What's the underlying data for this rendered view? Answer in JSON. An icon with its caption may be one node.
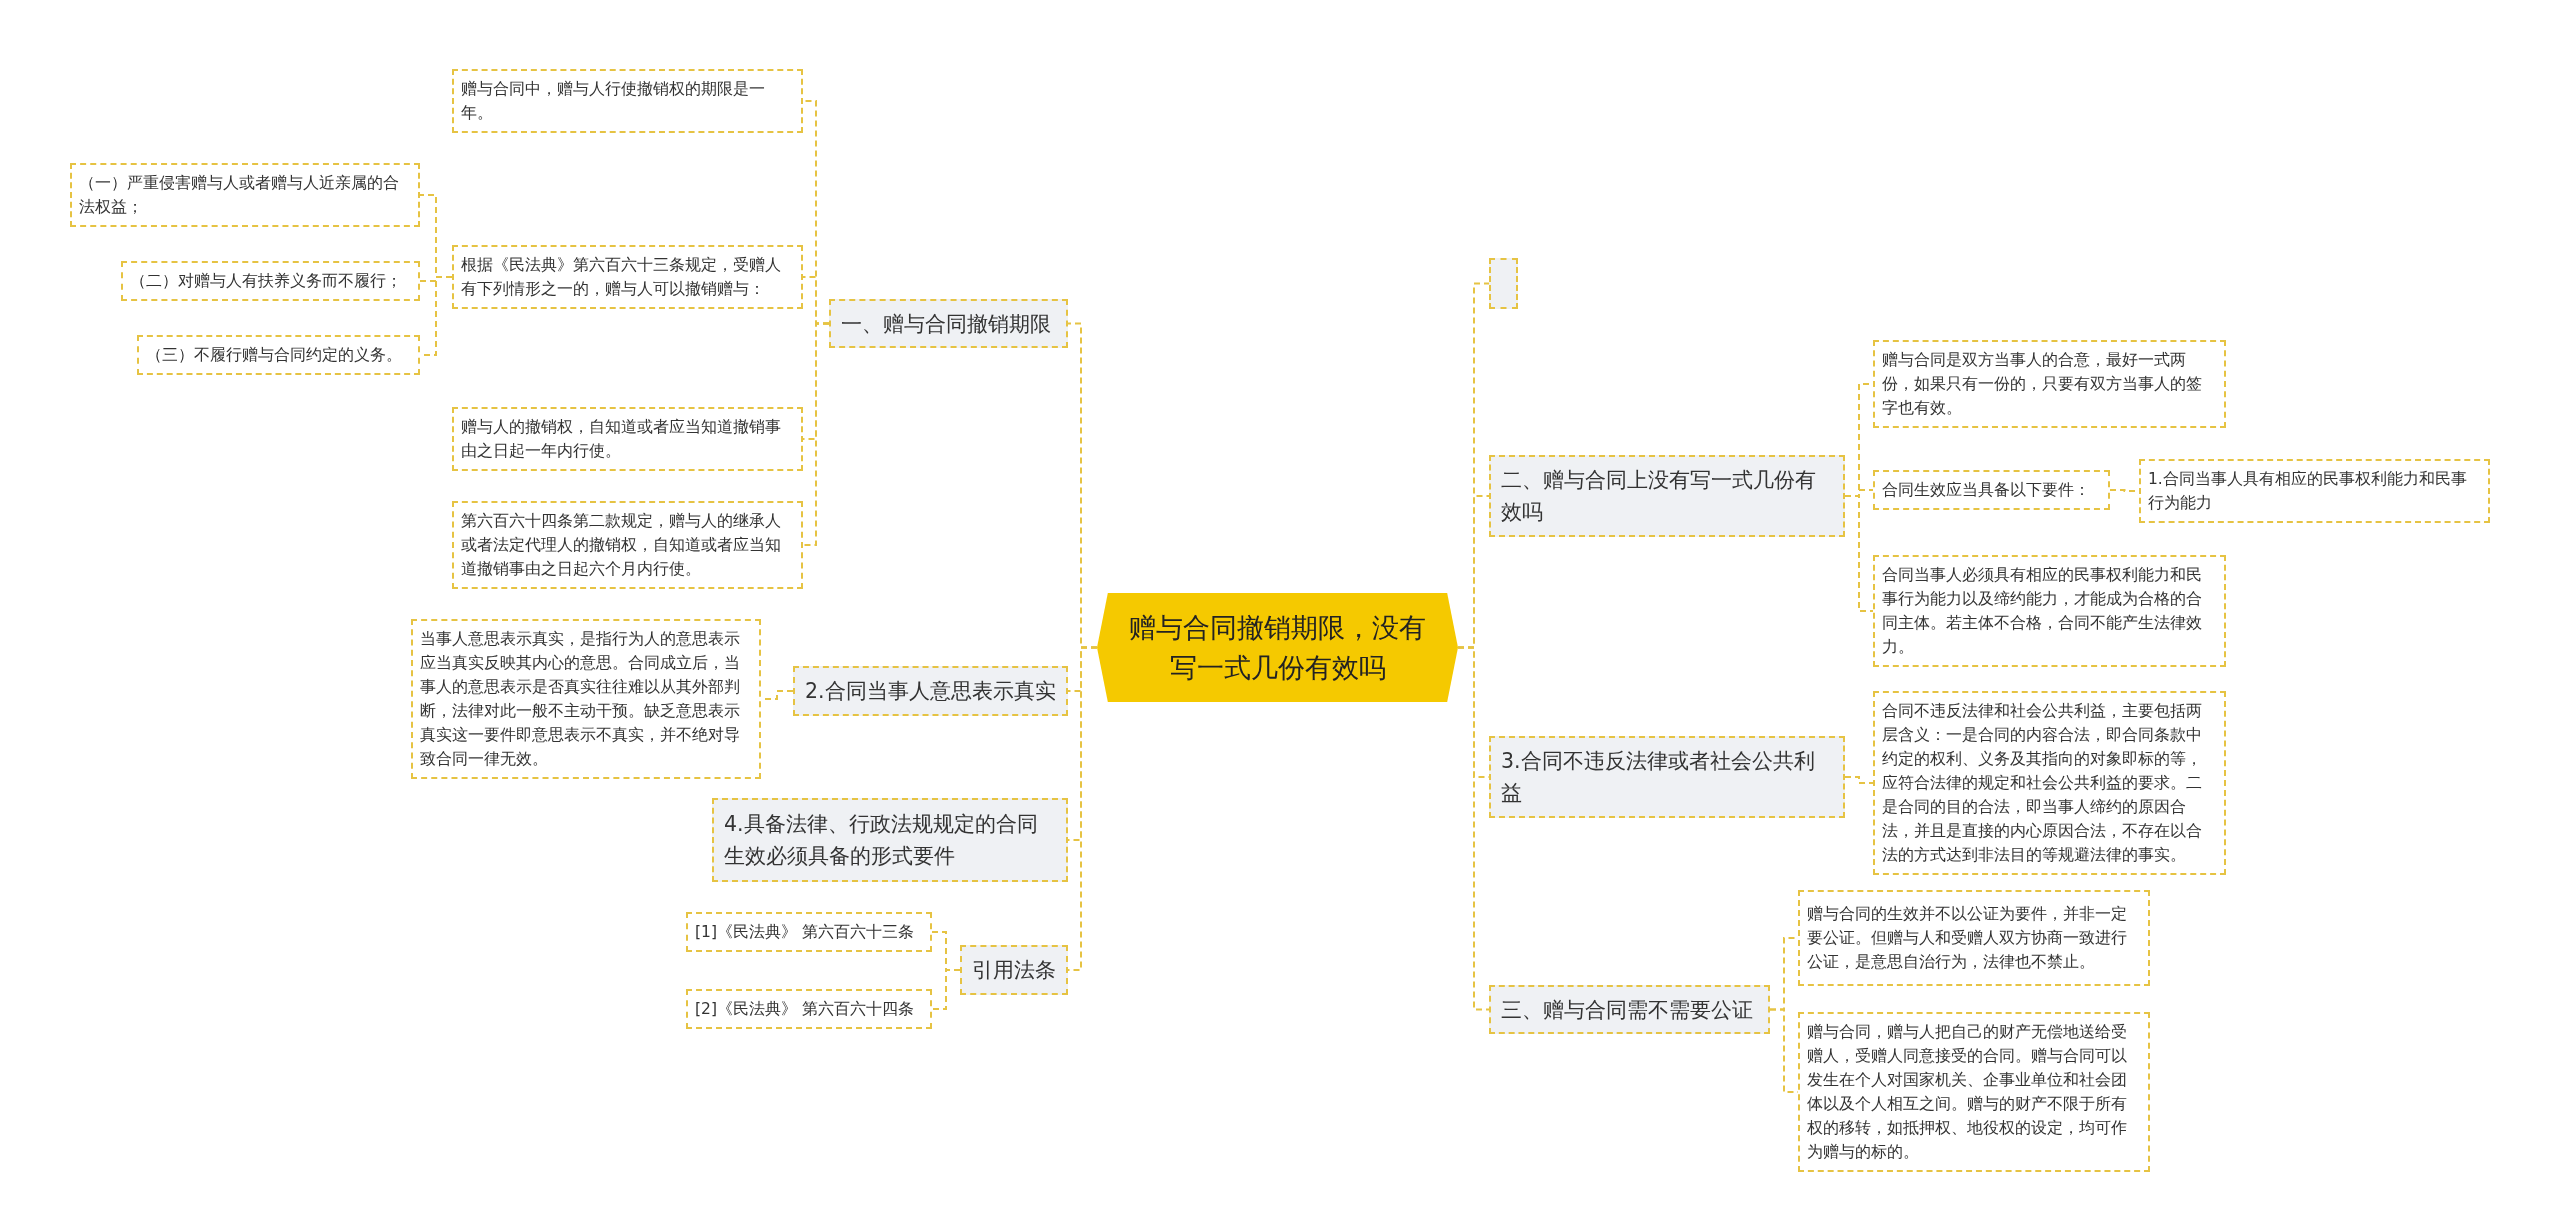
{
  "diagram": {
    "nodes": [
      {
        "text": [
          "赠与合同撤销期限，没有写一式几份有效吗"
        ]
      },
      {
        "text": [
          "一、赠与合同撤销期限"
        ]
      },
      {
        "text": [
          "赠与合同中，赠与人行使撤销权的期限是一年。"
        ]
      },
      {
        "text": [
          "根据《民法典》第六百六十三条规定，受赠人有下列情形之一的，赠与人可以撤销赠与："
        ]
      },
      {
        "text": [
          "（一）严重侵害赠与人或者赠与人近亲属的合法权益；"
        ]
      },
      {
        "text": [
          "（二）对赠与人有扶养义务而不履行；"
        ]
      },
      {
        "text": [
          "（三）不履行赠与合同约定的义务。"
        ]
      },
      {
        "text": [
          "赠与人的撤销权，自知道或者应当知道撤销事由之日起一年内行使。"
        ]
      },
      {
        "text": [
          "第六百六十四条第二款规定，赠与人的继承人或者法定代理人的撤销权，自知道或者应当知道撤销事由之日起六个月内行使。"
        ]
      },
      {
        "text": [
          "2.合同当事人意思表示真实"
        ]
      },
      {
        "text": [
          "当事人意思表示真实，是指行为人的意思表示应当真实反映其内心的意思。合同成立后，当事人的意思表示是否真实往往难以从其外部判断，法律对此一般不主动干预。缺乏意思表示真实这一要件即意思表示不真实，并不绝对导致合同一律无效。"
        ]
      },
      {
        "text": [
          "4.具备法律、行政法规规定的合同生效必须具备的形式要件"
        ]
      },
      {
        "text": [
          "引用法条"
        ]
      },
      {
        "text": [
          "[1]《民法典》 第六百六十三条"
        ]
      },
      {
        "text": [
          "[2]《民法典》 第六百六十四条"
        ]
      },
      {
        "text": [],
        "shape": "box"
      },
      {
        "text": [
          "二、赠与合同上没有写一式几份有效吗"
        ]
      },
      {
        "text": [
          "赠与合同是双方当事人的合意，最好一式两份，如果只有一份的，只要有双方当事人的签字也有效。"
        ]
      },
      {
        "text": [
          "合同生效应当具备以下要件："
        ]
      },
      {
        "text": [
          "1.合同当事人具有相应的民事权利能力和民事行为能力"
        ]
      },
      {
        "text": [
          "合同当事人必须具有相应的民事权利能力和民事行为能力以及缔约能力，才能成为合格的合同主体。若主体不合格，合同不能产生法律效力。"
        ]
      },
      {
        "text": [
          "3.合同不违反法律或者社会公共利益"
        ]
      },
      {
        "text": [
          "合同不违反法律和社会公共利益，主要包括两层含义：一是合同的内容合法，即合同条款中约定的权利、义务及其指向的对象即标的等，应符合法律的规定和社会公共利益的要求。二是合同的目的合法，即当事人缔约的原因合法，并且是直接的内心原因合法，不存在以合法的方式达到非法目的等规避法律的事实。"
        ]
      },
      {
        "text": [
          "三、赠与合同需不需要公证"
        ]
      },
      {
        "text": [
          "赠与合同的生效并不以公证为要件，并非一定要公证。但赠与人和受赠人双方协商一致进行公证，是意思自治行为，法律也不禁止。"
        ]
      },
      {
        "text": [
          "赠与合同，赠与人把自己的财产无偿地送给受赠人，受赠人同意接受的合同。赠与合同可以发生在个人对国家机关、企事业单位和社会团体以及个人相互之间。赠与的财产不限于所有权的移转，如抵押权、地役权的设定，均可作为赠与的标的。"
        ]
      }
    ],
    "edges": [
      {
        "from": 0,
        "to": 1,
        "arrow": "none"
      },
      {
        "from": 1,
        "to": 2,
        "arrow": "none"
      },
      {
        "from": 1,
        "to": 3,
        "arrow": "none"
      },
      {
        "from": 3,
        "to": 4,
        "arrow": "none"
      },
      {
        "from": 3,
        "to": 5,
        "arrow": "none"
      },
      {
        "from": 3,
        "to": 6,
        "arrow": "none"
      },
      {
        "from": 1,
        "to": 7,
        "arrow": "none"
      },
      {
        "from": 1,
        "to": 8,
        "arrow": "none"
      },
      {
        "from": 0,
        "to": 9,
        "arrow": "none"
      },
      {
        "from": 9,
        "to": 10,
        "arrow": "none"
      },
      {
        "from": 0,
        "to": 11,
        "arrow": "none"
      },
      {
        "from": 0,
        "to": 12,
        "arrow": "none"
      },
      {
        "from": 12,
        "to": 13,
        "arrow": "none"
      },
      {
        "from": 12,
        "to": 14,
        "arrow": "none"
      },
      {
        "from": 0,
        "to": 15,
        "arrow": "none"
      },
      {
        "from": 0,
        "to": 16,
        "arrow": "none"
      },
      {
        "from": 16,
        "to": 17,
        "arrow": "none"
      },
      {
        "from": 16,
        "to": 18,
        "arrow": "none"
      },
      {
        "from": 18,
        "to": 19,
        "arrow": "none"
      },
      {
        "from": 16,
        "to": 20,
        "arrow": "none"
      },
      {
        "from": 0,
        "to": 21,
        "arrow": "none"
      },
      {
        "from": 21,
        "to": 22,
        "arrow": "none"
      },
      {
        "from": 0,
        "to": 23,
        "arrow": "none"
      },
      {
        "from": 23,
        "to": 24,
        "arrow": "none"
      },
      {
        "from": 23,
        "to": 25,
        "arrow": "none"
      }
    ]
  }
}
